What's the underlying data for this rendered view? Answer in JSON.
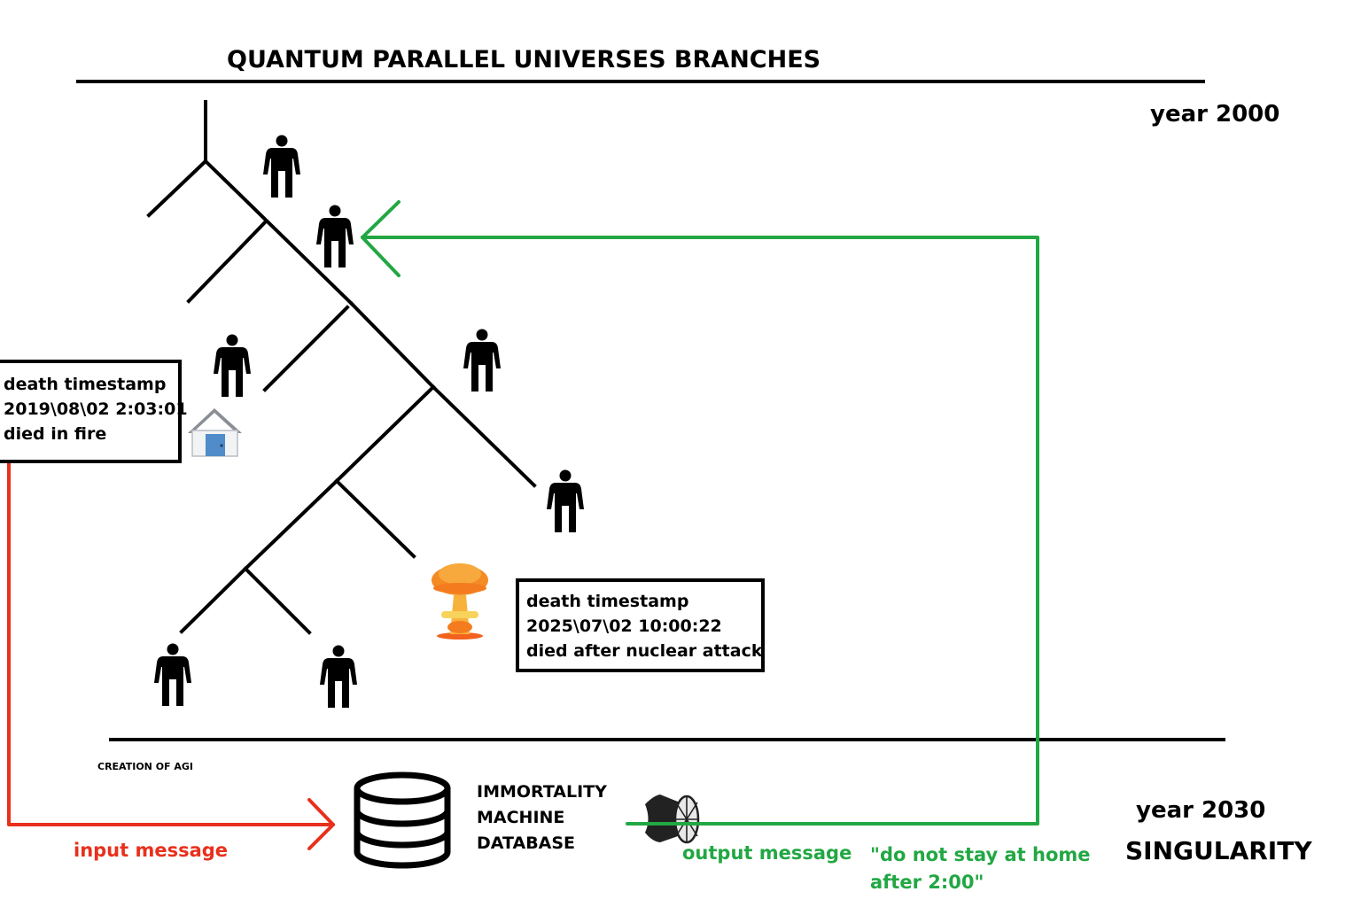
{
  "title": "QUANTUM PARALLEL UNIVERSES BRANCHES",
  "year_top": "year 2000",
  "year_bottom": "year 2030",
  "singularity": "SINGULARITY",
  "agi_label": "CREATION OF AGI",
  "database_label": [
    "IMMORTALITY",
    "MACHINE",
    "DATABASE"
  ],
  "input_message": "input message",
  "output_message": "output message",
  "output_quote": "\"do not stay at home after 2:00\"",
  "death_box_fire": {
    "heading": "death timestamp",
    "timestamp": "2019\\08\\02 2:03:01",
    "cause": "died in fire"
  },
  "death_box_nuclear": {
    "heading": "death timestamp",
    "timestamp": "2025\\07\\02 10:00:22",
    "cause": "died after nuclear attack"
  },
  "colors": {
    "input": "#e8301c",
    "output": "#22a743",
    "line": "#000000"
  },
  "icons": [
    "person-icon",
    "house-icon",
    "nuclear-explosion-icon",
    "database-icon",
    "speaker-icon"
  ]
}
